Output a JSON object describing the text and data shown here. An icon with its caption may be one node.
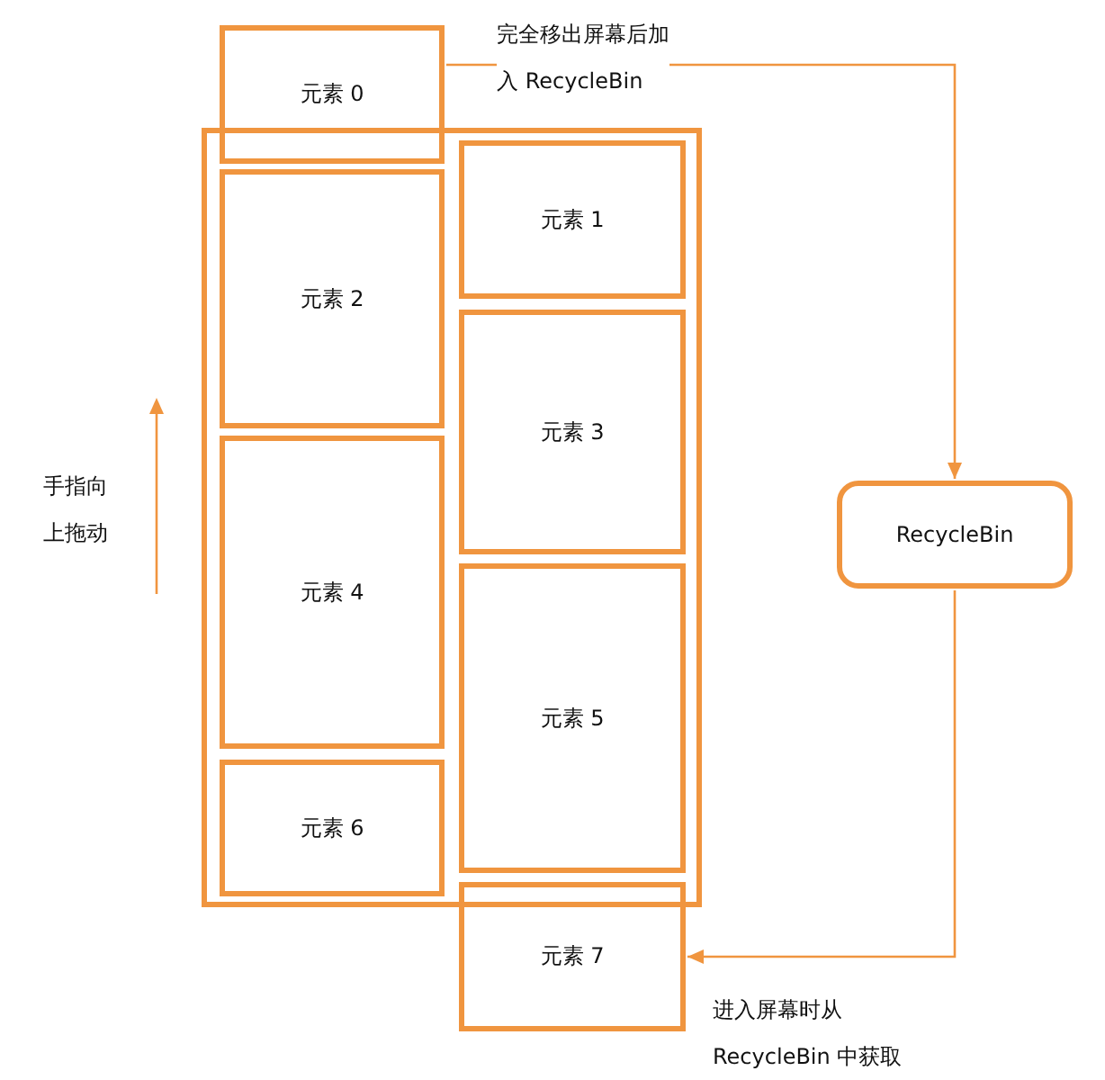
{
  "diagram": {
    "nodes": [
      {
        "text": [
          "元素 0"
        ]
      },
      {
        "text": [],
        "shape": "box"
      },
      {
        "text": [
          "元素 1"
        ],
        "in": 1
      },
      {
        "text": [
          "元素 2"
        ],
        "in": 1
      },
      {
        "text": [
          "元素 3"
        ],
        "in": 1
      },
      {
        "text": [
          "元素 4"
        ],
        "in": 1
      },
      {
        "text": [
          "元素 5"
        ],
        "in": 1
      },
      {
        "text": [
          "元素 6"
        ],
        "in": 1
      },
      {
        "text": [
          "元素 7"
        ]
      },
      {
        "text": [
          "RecycleBin"
        ]
      }
    ],
    "edges": [
      {
        "from": 0,
        "to": 9,
        "arrow": "to",
        "label": "完全移出屏幕后加入 RecycleBin"
      },
      {
        "from": 9,
        "to": 8,
        "arrow": "to",
        "label": "进入屏幕时从RecycleBin 中获取"
      }
    ],
    "labels": [
      "手指向上拖动"
    ]
  }
}
